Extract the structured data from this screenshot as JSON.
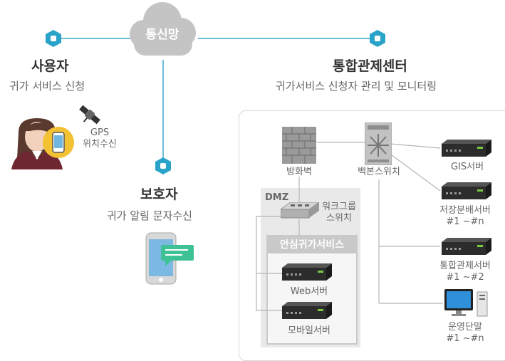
{
  "network": {
    "label": "통신망"
  },
  "user": {
    "title": "사용자",
    "subtitle": "귀가 서비스 신청",
    "gps_label": "GPS\n위치수신"
  },
  "guardian": {
    "title": "보호자",
    "subtitle": "귀가 알림 문자수신"
  },
  "center": {
    "title": "통합관제센터",
    "subtitle": "귀가서비스 신청자 관리 및 모니터링"
  },
  "dmz": {
    "label": "DMZ",
    "firewall": "방화벽",
    "workgroup_switch": "워크그룹\n스위치",
    "service_title": "안심귀가서비스",
    "web_server": "Web서버",
    "mobile_server": "모바일서버"
  },
  "backbone": {
    "label": "백본스위치"
  },
  "servers": [
    {
      "label": "GIS서버"
    },
    {
      "label": "저장분배서버\n#1 ~#n"
    },
    {
      "label": "통합관제서버\n#1 ~#2"
    },
    {
      "label": "운영단말\n#1 ~#n"
    }
  ],
  "colors": {
    "accent": "#2aa3c8",
    "line": "#3aa9cc",
    "cloud": "#c4c4c4",
    "panel": "#e9e9e9",
    "server": "#2c2c2c"
  }
}
